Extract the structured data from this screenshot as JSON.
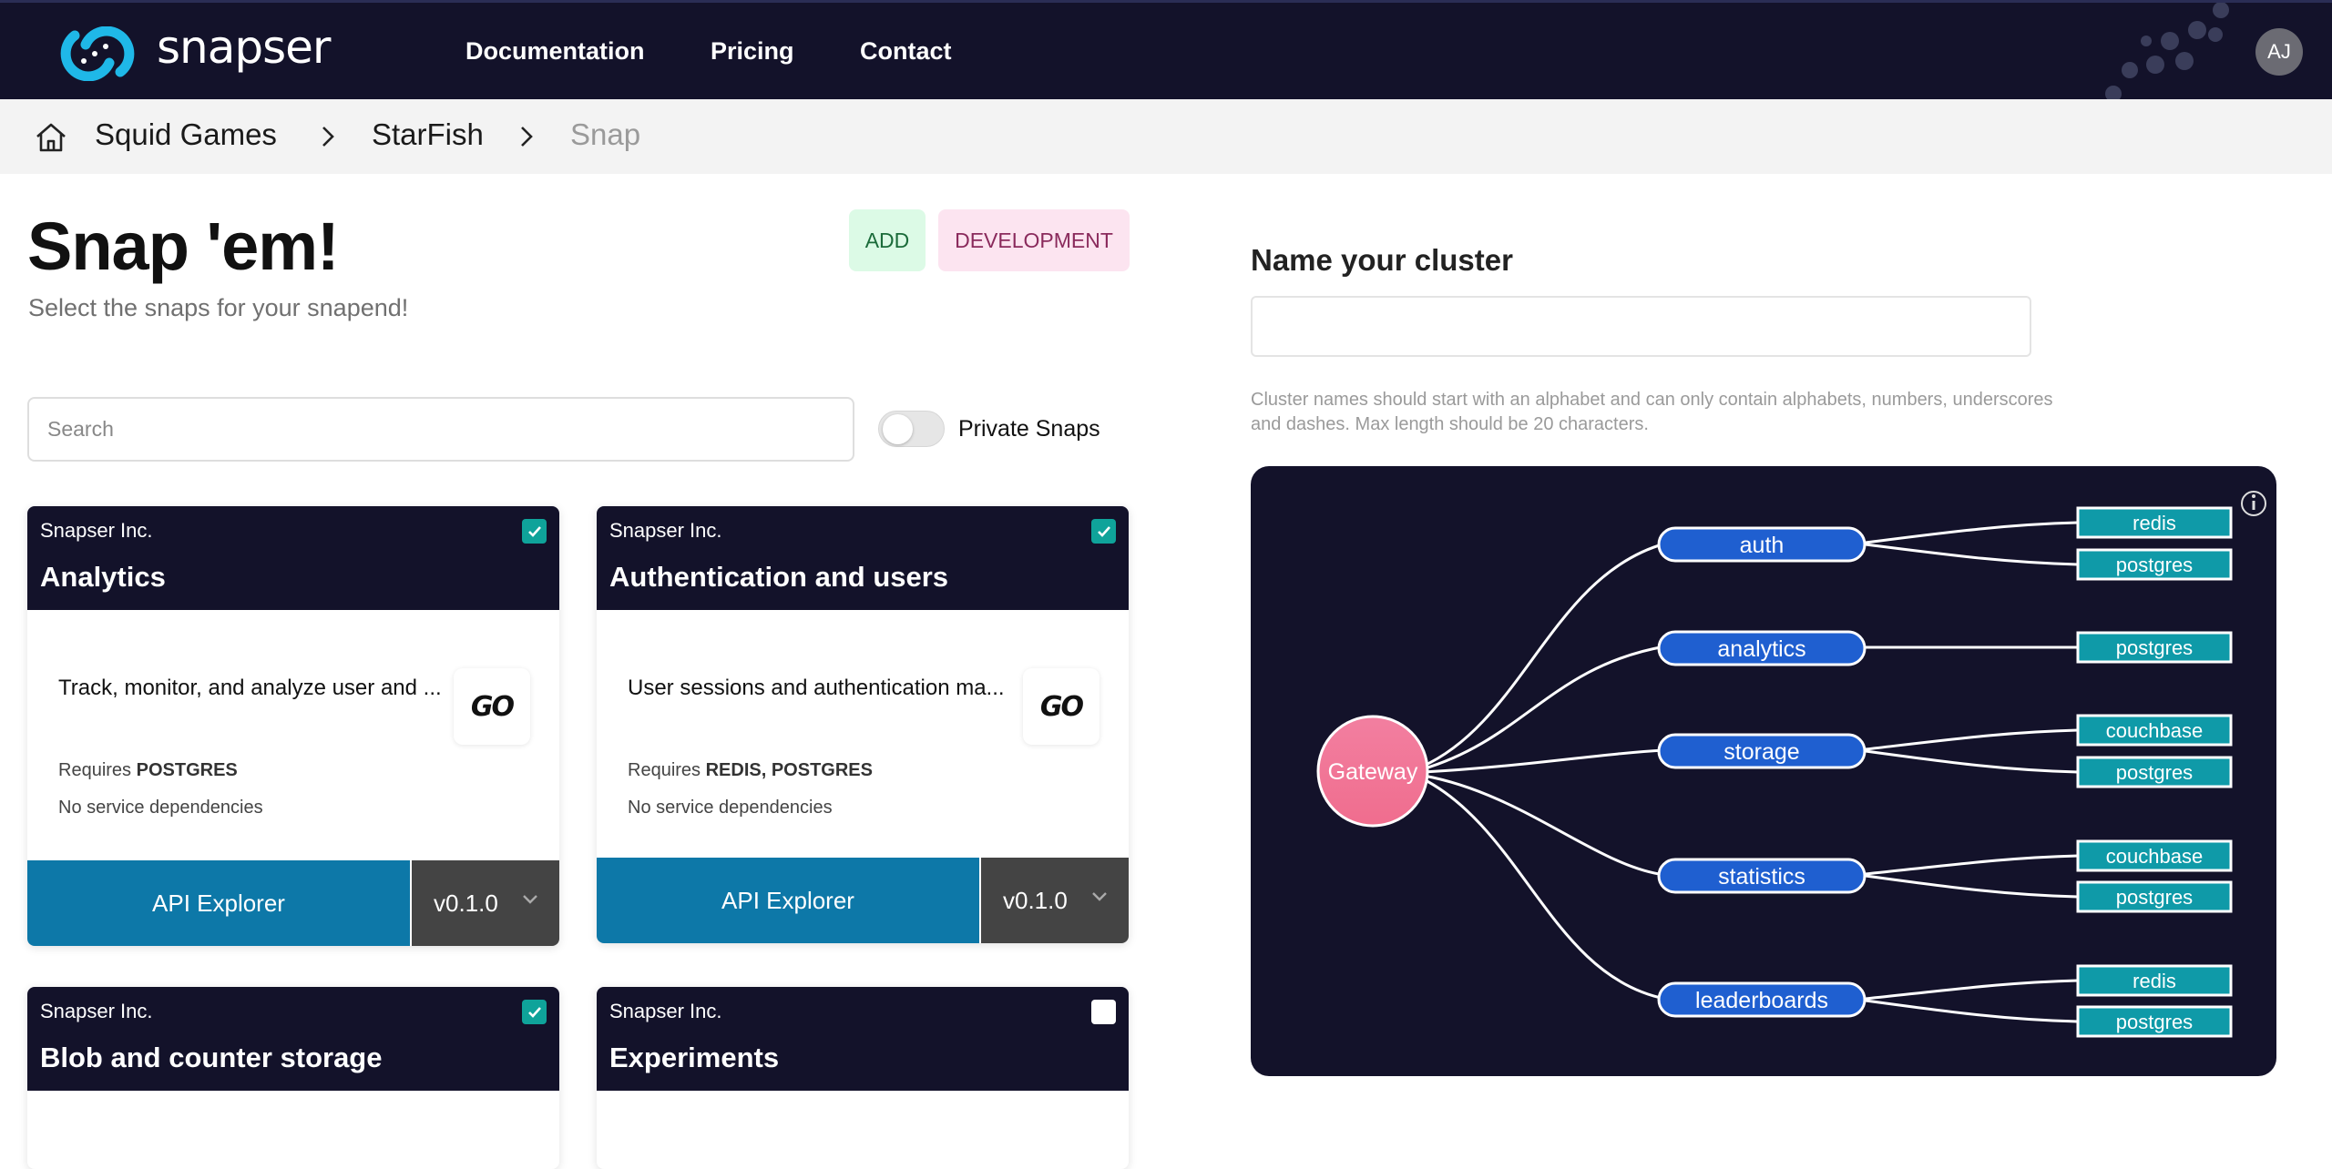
{
  "brand": {
    "name": "snapser"
  },
  "nav": {
    "links": [
      "Documentation",
      "Pricing",
      "Contact"
    ],
    "avatar_initials": "AJ"
  },
  "breadcrumb": {
    "items": [
      "Squid Games",
      "StarFish",
      "Snap"
    ]
  },
  "header": {
    "title": "Snap 'em!",
    "subtitle": "Select the snaps for your snapend!",
    "badge_add": "ADD",
    "badge_env": "DEVELOPMENT"
  },
  "search": {
    "placeholder": "Search"
  },
  "private_toggle": {
    "label": "Private Snaps",
    "on": false
  },
  "cards": [
    {
      "company": "Snapser Inc.",
      "title": "Analytics",
      "checked": true,
      "description": "Track, monitor, and analyze user and ...",
      "requires_prefix": "Requires ",
      "requires": "POSTGRES",
      "dependencies": "No service dependencies",
      "api_label": "API Explorer",
      "version": "v0.1.0",
      "lang_logo": "GO"
    },
    {
      "company": "Snapser Inc.",
      "title": "Authentication and users",
      "checked": true,
      "description": "User sessions and authentication ma...",
      "requires_prefix": "Requires ",
      "requires": "REDIS, POSTGRES",
      "dependencies": "No service dependencies",
      "api_label": "API Explorer",
      "version": "v0.1.0",
      "lang_logo": "GO"
    },
    {
      "company": "Snapser Inc.",
      "title": "Blob and counter storage",
      "checked": true
    },
    {
      "company": "Snapser Inc.",
      "title": "Experiments",
      "checked": false
    }
  ],
  "cluster": {
    "label": "Name your cluster",
    "value": "",
    "help": "Cluster names should start with an alphabet and can only contain alphabets, numbers, underscores and dashes. Max length should be 20 characters."
  },
  "graph": {
    "root": "Gateway",
    "services": [
      {
        "name": "auth",
        "deps": [
          "redis",
          "postgres"
        ]
      },
      {
        "name": "analytics",
        "deps": [
          "postgres"
        ]
      },
      {
        "name": "storage",
        "deps": [
          "couchbase",
          "postgres"
        ]
      },
      {
        "name": "statistics",
        "deps": [
          "couchbase",
          "postgres"
        ]
      },
      {
        "name": "leaderboards",
        "deps": [
          "redis",
          "postgres"
        ]
      }
    ],
    "colors": {
      "root": "#f07a98",
      "service": "#1f5fd0",
      "dep": "#0f9aa8",
      "edge": "#ffffff",
      "background": "#13122a"
    }
  }
}
